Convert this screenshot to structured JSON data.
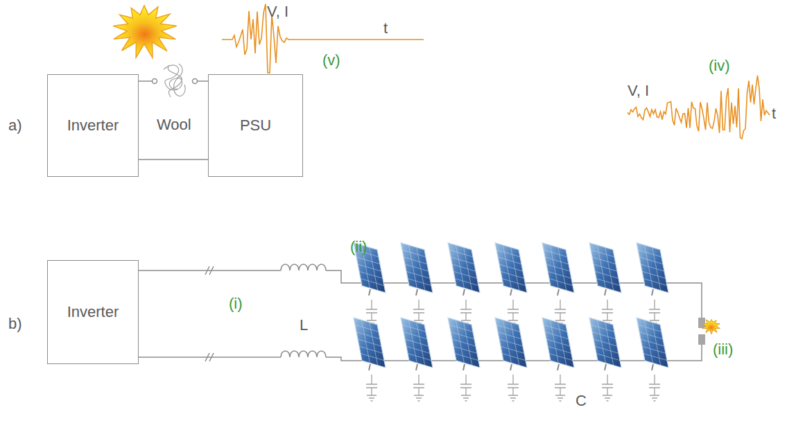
{
  "diagram": {
    "nodes": [
      {
        "text": [
          "Inverter"
        ]
      },
      {
        "text": [
          "PSU"
        ]
      },
      {
        "text": [
          "Inverter"
        ]
      }
    ],
    "edges": [
      {
        "from": 0,
        "to": 1,
        "arrow": "none"
      },
      {
        "from": 0,
        "to": 1,
        "arrow": "none"
      }
    ],
    "labels": [
      "V, I",
      "t",
      "(v)",
      "a)",
      "Wool",
      "V, I",
      "(iv)",
      "t",
      "(ii)",
      "b)",
      "(i)",
      "L",
      "(iii)",
      "C"
    ]
  }
}
